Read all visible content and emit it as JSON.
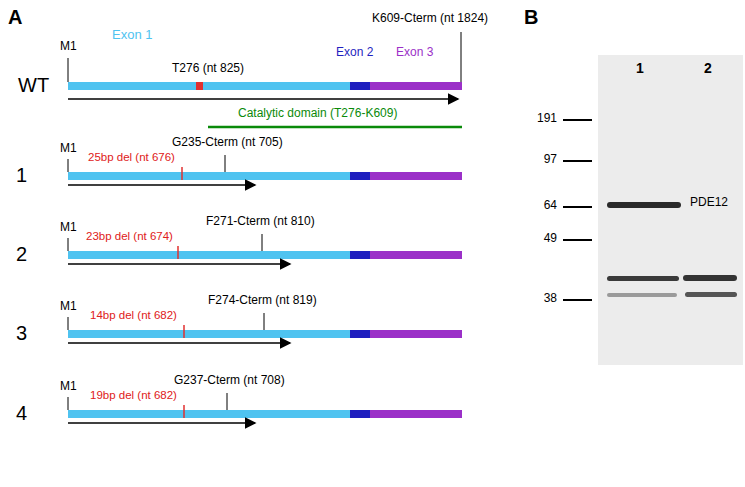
{
  "diagram": {
    "labels": [
      "A",
      "B",
      "WT",
      "M1",
      "Exon 1",
      "T276 (nt 825)",
      "K609-Cterm (nt 1824)",
      "Exon 2",
      "Exon 3",
      "Catalytic domain (T276-K609)",
      "1",
      "M1",
      "25bp del (nt 676)",
      "G235-Cterm (nt 705)",
      "2",
      "M1",
      "23bp del (nt 674)",
      "F271-Cterm (nt 810)",
      "3",
      "M1",
      "14bp del (nt 682)",
      "F274-Cterm (nt 819)",
      "4",
      "M1",
      "19bp del (nt 682)",
      "G237-Cterm (nt 708)",
      "1",
      "2",
      "191",
      "97",
      "64",
      "49",
      "38",
      "PDE12"
    ]
  }
}
